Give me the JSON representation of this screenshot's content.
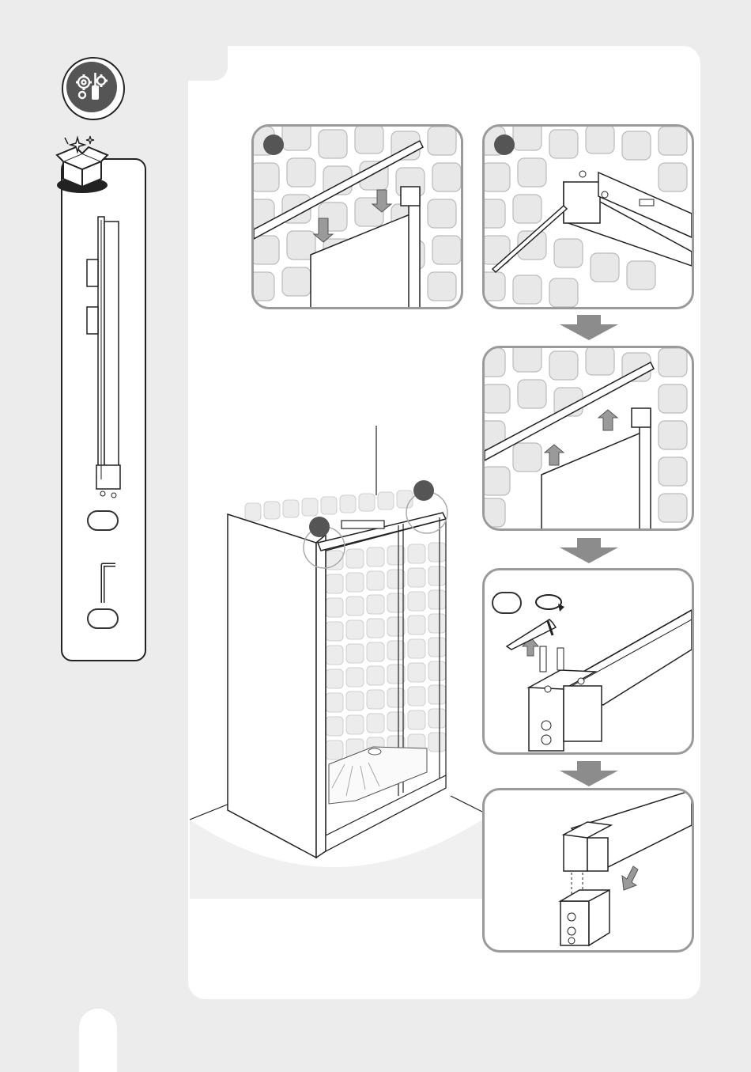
{
  "colors": {
    "page_bg": "#ececec",
    "panel_bg": "#ffffff",
    "frame_border": "#9a9a9a",
    "step_dot": "#555555",
    "arrow": "#8c8c8c",
    "line_art": "#222222",
    "tile": "#e6e6e6"
  },
  "icons": {
    "tools_badge": "gear-screwdriver-icon",
    "unbox": "open-box-icon",
    "hex_key": "hex-key-icon",
    "level": "spirit-level-icon",
    "rotate": "rotate-arrow-icon",
    "screw": "screw-icon"
  },
  "parts": {
    "item1_qty": "",
    "item2_qty": ""
  },
  "steps": [
    {
      "id": "insert-panel",
      "number": ""
    },
    {
      "id": "level-rail",
      "number": ""
    },
    {
      "id": "lift-panel",
      "number": ""
    },
    {
      "id": "tighten-screws",
      "number": ""
    },
    {
      "id": "attach-end-cap",
      "number": ""
    }
  ],
  "overview": {
    "callout_left": "",
    "callout_right": ""
  }
}
